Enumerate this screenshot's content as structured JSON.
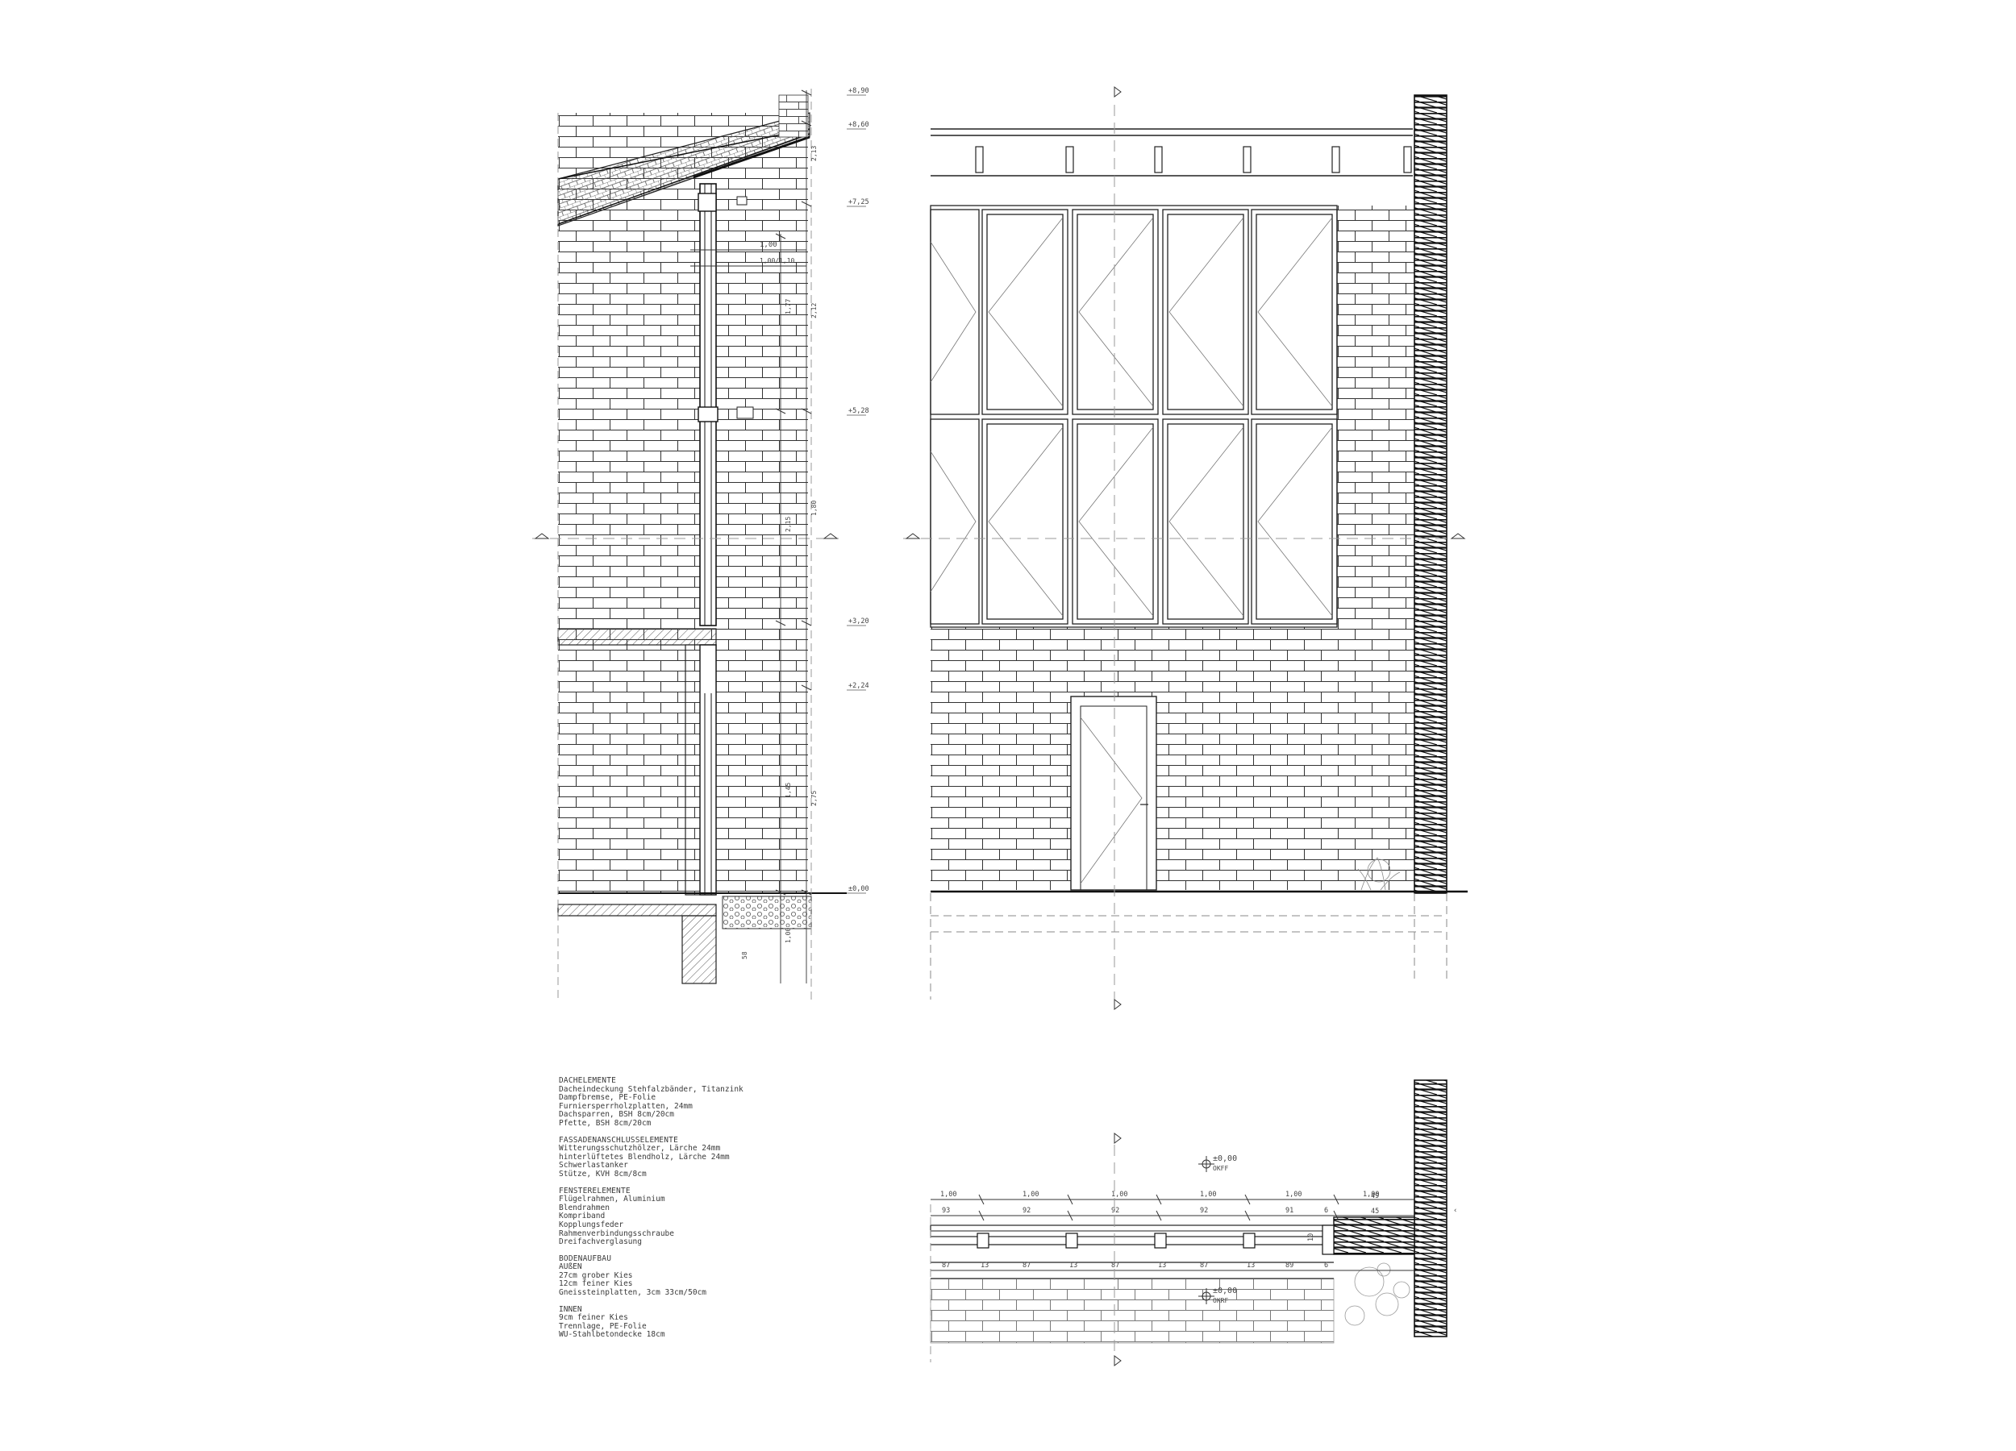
{
  "levels": {
    "top1": "+8,90",
    "top2": "+8,60",
    "eaves": "+7,25",
    "mid": "+5,28",
    "sill": "+3,20",
    "lintel": "+2,24",
    "ground": "±0,00"
  },
  "section_dims": {
    "w1": "1,00",
    "w2": "1,00/1,10",
    "v1": "2,13",
    "v2": "2,12",
    "v3": "1,80",
    "v4": "2,75",
    "v5": "1,77",
    "v6": "2,15",
    "v7": "1,45",
    "v8": "1,00",
    "v9": "58"
  },
  "plan": {
    "okff": "±0,00",
    "okff_label": "OKFF",
    "okrf": "±0,00",
    "okrf_label": "OKRF",
    "top_dims": [
      "1,00",
      "1,00",
      "1,00",
      "1,00",
      "1,00",
      "1,00"
    ],
    "mid_dims": [
      "93",
      "92",
      "92",
      "92",
      "91",
      "6"
    ],
    "bottom_dims": [
      "87",
      "13",
      "87",
      "13",
      "87",
      "13",
      "87",
      "13",
      "89",
      "6"
    ],
    "side_dims": [
      "49",
      "45",
      "10"
    ]
  },
  "legend": [
    {
      "heading": "DACHELEMENTE",
      "lines": [
        "Dacheindeckung Stehfalzbänder, Titanzink",
        "Dampfbremse, PE-Folie",
        "Furniersperrholzplatten, 24mm",
        "Dachsparren, BSH 8cm/20cm",
        "Pfette, BSH 8cm/20cm"
      ]
    },
    {
      "heading": "FASSADENANSCHLUSSELEMENTE",
      "lines": [
        "Witterungsschutzhölzer, Lärche 24mm",
        "hinterlüftetes Blendholz, Lärche 24mm",
        "Schwerlastanker",
        "Stütze, KVH 8cm/8cm"
      ]
    },
    {
      "heading": "FENSTERELEMENTE",
      "lines": [
        "Flügelrahmen, Aluminium",
        "Blendrahmen",
        "Kompriband",
        "Kopplungsfeder",
        "Rahmenverbindungsschraube",
        "Dreifachverglasung"
      ]
    },
    {
      "heading": "BODENAUFBAU",
      "lines": [
        "AUßEN",
        "27cm grober Kies",
        "12cm feiner Kies",
        "Gneissteinplatten, 3cm 33cm/50cm"
      ]
    },
    {
      "heading": "",
      "lines": [
        "INNEN",
        "9cm feiner Kies",
        "Trennlage, PE-Folie",
        "WU-Stahlbetondecke 18cm"
      ]
    }
  ]
}
